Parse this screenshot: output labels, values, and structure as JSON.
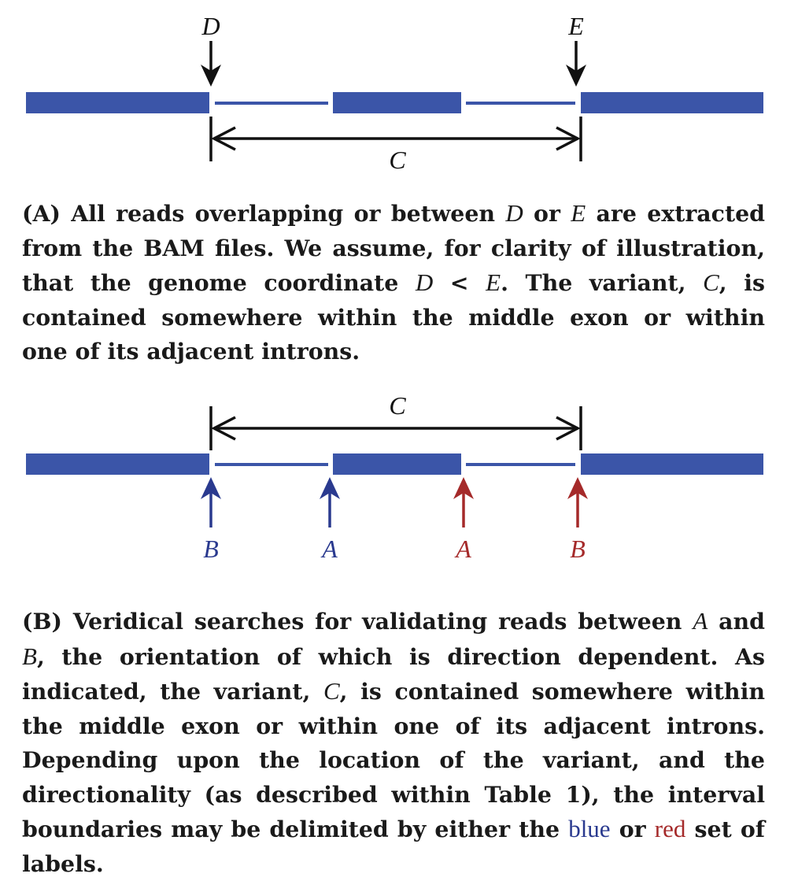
{
  "colors": {
    "exon": "#3b55a8",
    "black": "#111111",
    "blue_label": "#2a3a8f",
    "red_label": "#a52a2a"
  },
  "panel_a": {
    "labels": {
      "d": "D",
      "e": "E",
      "c": "C"
    },
    "caption": {
      "tag_open": "(",
      "tag": "A",
      "tag_close": ")",
      "t1": " All reads overlapping or between ",
      "v1": "D",
      "t2": " or ",
      "v2": "E",
      "t3": " are extracted from the BAM files. We assume, for clarity of illustration, that the genome coordinate ",
      "v3": "D",
      "t4": " < ",
      "v4": "E",
      "t5": ". The variant, ",
      "v5": "C",
      "t6": ", is contained somewhere within the middle exon or within one of its adjacent introns."
    }
  },
  "panel_b": {
    "labels": {
      "c": "C",
      "b_left": "B",
      "a_left": "A",
      "a_right": "A",
      "b_right": "B"
    },
    "caption": {
      "tag_open": "(",
      "tag": "B",
      "tag_close": ")",
      "t1": " Veridical searches for validating reads between ",
      "v1": "A",
      "t2": " and ",
      "v2": "B",
      "t3": ", the orientation of which is direction dependent. As indicated, the variant, ",
      "v3": "C",
      "t4": ", is contained somewhere within the middle exon or within one of its adjacent introns. Depending upon the location of the variant, and the directionality (as described within Table 1), the interval boundaries may be delimited by either the ",
      "blue_word": "blue",
      "t5": " or ",
      "red_word": "red",
      "t6": " set of labels."
    }
  }
}
